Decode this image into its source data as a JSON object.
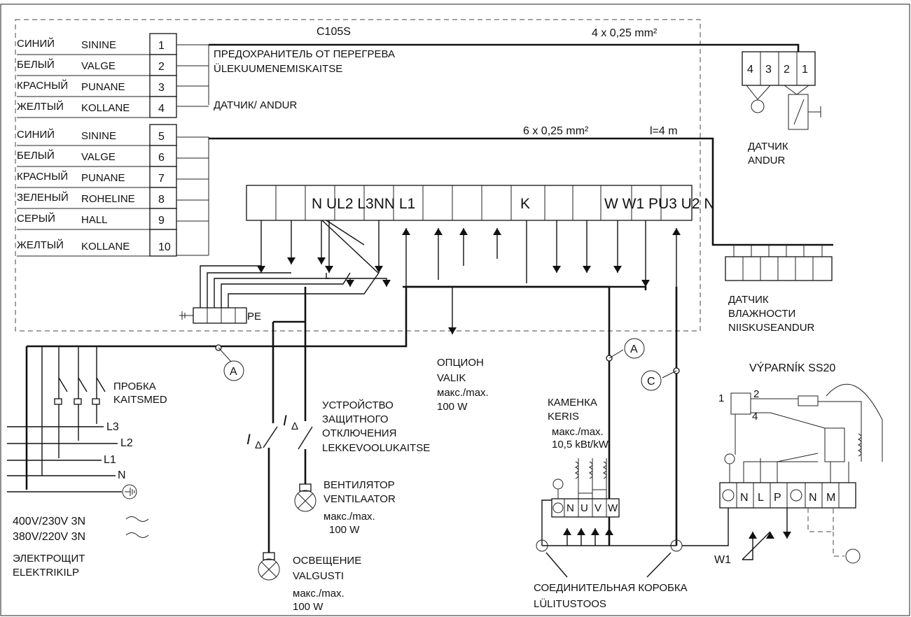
{
  "controller": {
    "model": "C105S"
  },
  "cables": {
    "sensor_cable": "4 x 0,25 mm²",
    "humidity_cable": "6 x 0,25 mm²",
    "humidity_length": "l=4 m"
  },
  "wires": [
    {
      "ru": "СИНИЙ",
      "et": "SININE",
      "num": "1"
    },
    {
      "ru": "БЕЛЫЙ",
      "et": "VALGE",
      "num": "2"
    },
    {
      "ru": "КРАСНЫЙ",
      "et": "PUNANE",
      "num": "3"
    },
    {
      "ru": "ЖЕЛТЫЙ",
      "et": "KOLLANE",
      "num": "4"
    },
    {
      "ru": "СИНИЙ",
      "et": "SININE",
      "num": "5"
    },
    {
      "ru": "БЕЛЫЙ",
      "et": "VALGE",
      "num": "6"
    },
    {
      "ru": "КРАСНЫЙ",
      "et": "PUNANE",
      "num": "7"
    },
    {
      "ru": "ЗЕЛЕНЫЙ",
      "et": "ROHELINE",
      "num": "8"
    },
    {
      "ru": "СЕРЫЙ",
      "et": "HALL",
      "num": "9"
    },
    {
      "ru": "ЖЕЛТЫЙ",
      "et": "KOLLANE",
      "num": "10"
    }
  ],
  "labels": {
    "overheat_ru": "ПРЕДОХРАНИТЕЛЬ ОТ ПЕРЕГРЕВА",
    "overheat_et": "ÜLEKUUMENEMISKAITSE",
    "sensor_ru_et": "ДАТЧИК/ ANDUR",
    "sensor_ru": "ДАТЧИК",
    "sensor_et": "ANDUR",
    "sensor_pins": [
      "4",
      "3",
      "2",
      "1"
    ],
    "humidity_ru1": "ДАТЧИК",
    "humidity_ru2": "ВЛАЖНОСТИ",
    "humidity_et": "NIISKUSEANDUR",
    "pe": "PE",
    "terminal_strip_text": "N UL2 L3NN L1",
    "terminal_k": "K",
    "terminal_right_text": "W W1 PU3 U2 N",
    "marker_a": "A",
    "marker_c": "C",
    "fuse_ru": "ПРОБКА",
    "fuse_et": "KAITSMED",
    "line_l3": "L3",
    "line_l2": "L2",
    "line_l1": "L1",
    "line_n": "N",
    "voltage1": "400V/230V 3N",
    "voltage2": "380V/220V 3N",
    "panel_ru": "ЭЛЕКТРОЩИТ",
    "panel_et": "ELEKTRIKILP",
    "rcd_ru1": "УСТРОЙСТВО",
    "rcd_ru2": "ЗАЩИТНОГО",
    "rcd_ru3": "ОТКЛЮЧЕНИЯ",
    "rcd_et": "LEKKEVOOLUKAITSE",
    "rcd_symbol": "I",
    "rcd_sub": "Δ",
    "option_ru": "ОПЦИОН",
    "option_et": "VALIK",
    "option_max": "макс./max.",
    "option_w": "100 W",
    "heater_ru": "КАМЕНКА",
    "heater_et": "KERIS",
    "heater_max": "макс./max.",
    "heater_kw": "10,5 kBt/kW",
    "heater_terms": [
      "N",
      "U",
      "V",
      "W"
    ],
    "fan_ru": "ВЕНТИЛЯТОР",
    "fan_et": "VENTILAATOR",
    "fan_max": "макс./max.",
    "fan_w": "100 W",
    "light_ru": "ОСВЕЩЕНИЕ",
    "light_et": "VALGUSTI",
    "light_max": "макс./max.",
    "light_w": "100 W",
    "junction_ru": "СОЕДИНИТЕЛЬНАЯ КОРОБКА",
    "junction_et": "LÜLITUSTOOS",
    "evap_title": "VÝPARNÍK SS20",
    "evap_terms": [
      "N",
      "L",
      "P",
      "N",
      "M"
    ],
    "evap_relay": [
      "1",
      "2",
      "4"
    ],
    "w1": "W1"
  }
}
